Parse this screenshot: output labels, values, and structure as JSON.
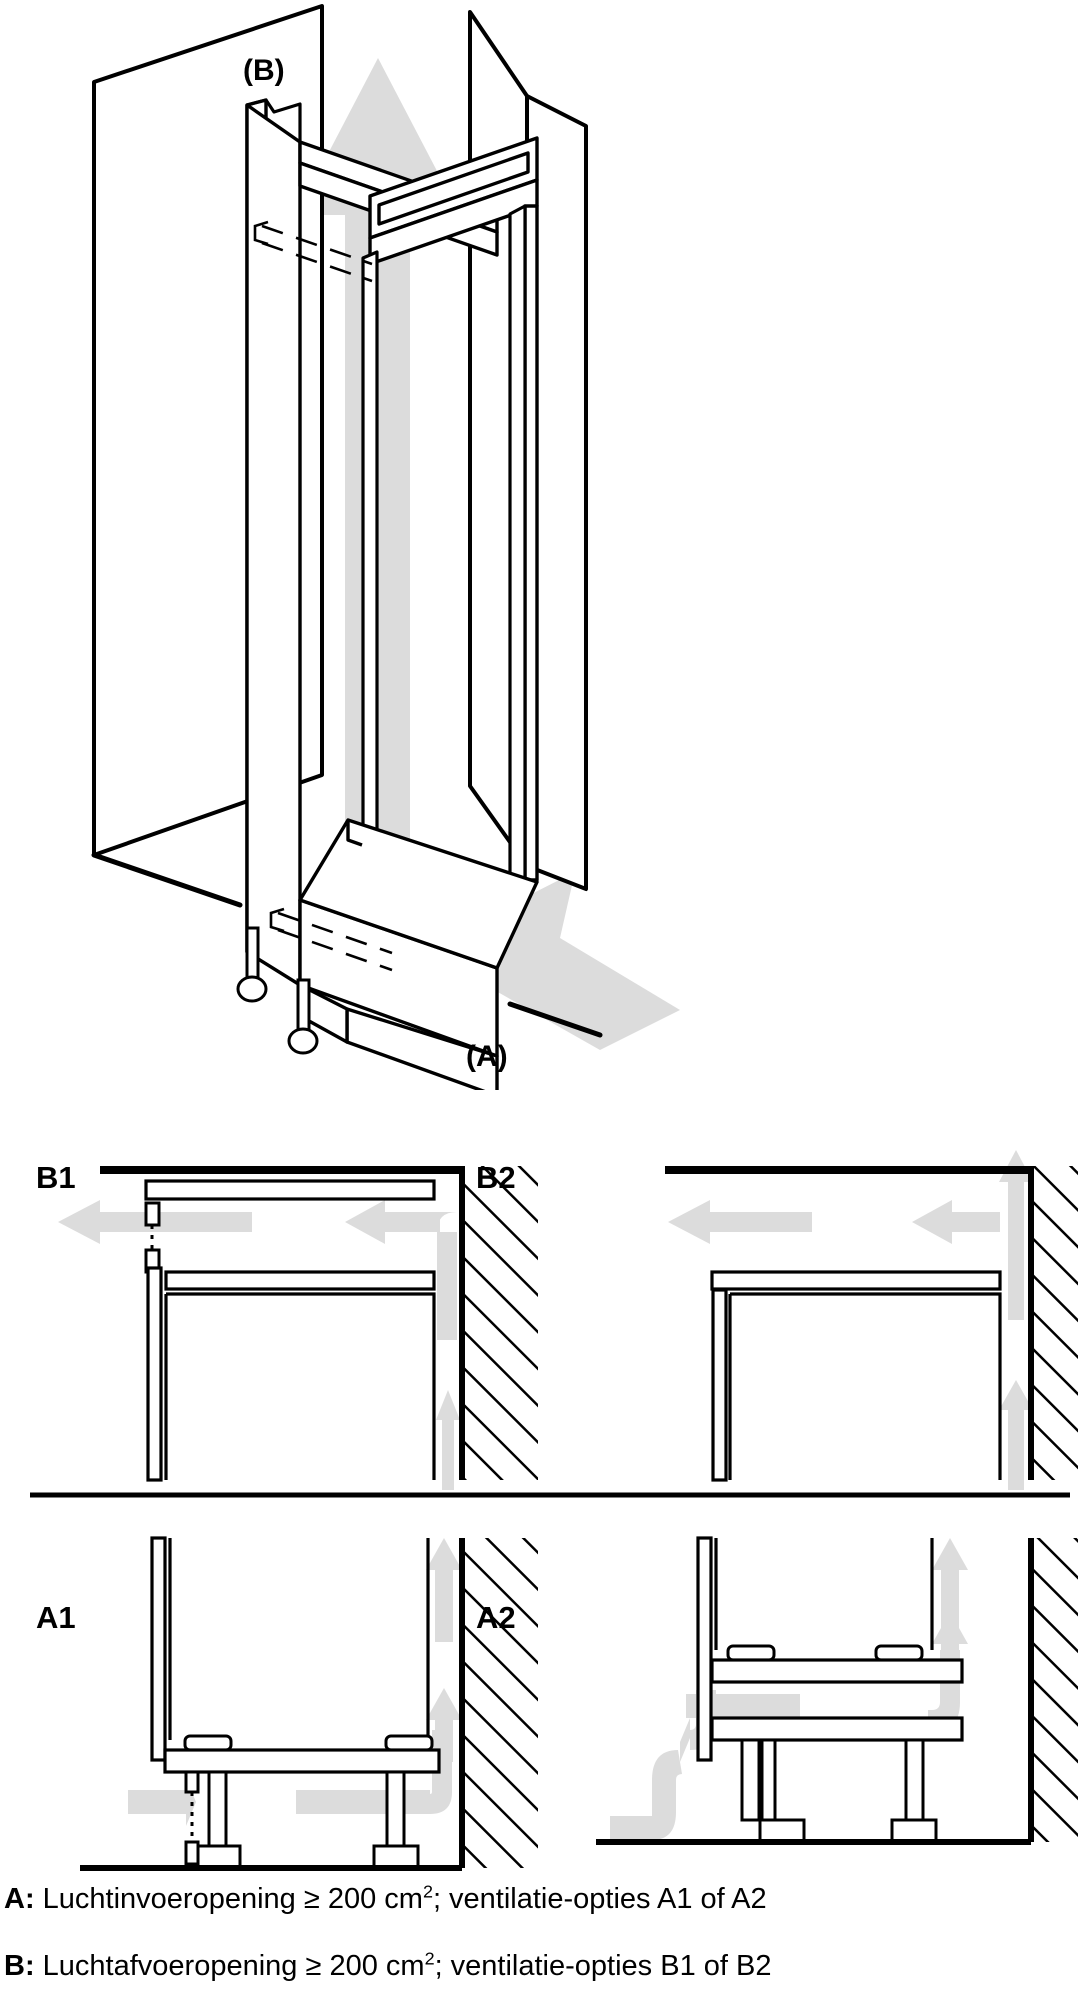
{
  "document": {
    "type": "appliance-installation-ventilation-diagram",
    "language": "nl"
  },
  "iso_view": {
    "name": "isometric-niche-view",
    "labels": {
      "air_outlet": "(B)",
      "air_inlet": "(A)"
    },
    "airflow": {
      "outlet_direction": "up",
      "inlet_direction": "down-front",
      "arrow_color": "#dcdcdc"
    },
    "elements": {
      "left_wall": "cabinet-left-side-panel",
      "right_wall": "cabinet-right-side-panel",
      "niche": "appliance-niche-frame",
      "top_shelf": "niche-top-shelf",
      "base_plinth": "base-plinth",
      "feet": "adjustable-feet"
    }
  },
  "details": {
    "divider": "section-divider",
    "panels": [
      {
        "id": "B1",
        "label": "B1",
        "kind": "air-outlet-option",
        "description": "Luchtafvoer via opening boven de nis, met tussenbodem",
        "wall_side": "right",
        "arrows": [
          "left-long",
          "left-short",
          "elbow-up-at-wall",
          "up-at-wall"
        ],
        "has_gap_markers": true
      },
      {
        "id": "B2",
        "label": "B2",
        "kind": "air-outlet-option",
        "description": "Luchtafvoer via opening boven de nis, zonder tussenbodem",
        "wall_side": "right",
        "arrows": [
          "left-long",
          "left-short",
          "up-at-wall",
          "up-lower-at-wall"
        ],
        "has_gap_markers": false
      },
      {
        "id": "A1",
        "label": "A1",
        "kind": "air-inlet-option",
        "description": "Luchttoevoer via sokkelopening aan de voorzijde",
        "wall_side": "right",
        "arrows": [
          "right-entry",
          "right-along-floor",
          "elbow-up-at-wall",
          "up-at-wall"
        ],
        "has_gap_markers": true
      },
      {
        "id": "A2",
        "label": "A2",
        "kind": "air-inlet-option",
        "description": "Luchttoevoer via sokkelopening met S-bocht",
        "wall_side": "right",
        "arrows": [
          "s-curve-entry",
          "right-upper",
          "elbow-up-at-wall",
          "up-at-wall"
        ],
        "has_gap_markers": false
      }
    ]
  },
  "captions": [
    {
      "key": "A:",
      "text_before": " Luchtinvoeropening ≥ 200 cm",
      "superscript": "2",
      "text_after": "; ventilatie-opties A1 of A2"
    },
    {
      "key": "B:",
      "text_before": " Luchtafvoeropening ≥ 200 cm",
      "superscript": "2",
      "text_after": "; ventilatie-opties B1 of B2"
    }
  ],
  "colors": {
    "line": "#000000",
    "arrow": "#dcdcdc",
    "background": "#ffffff"
  }
}
